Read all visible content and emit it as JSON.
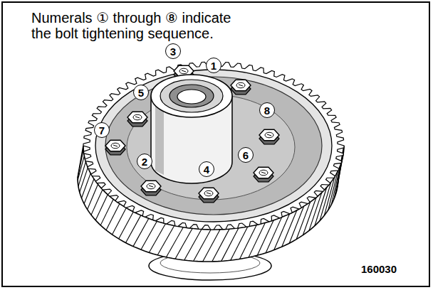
{
  "diagram": {
    "title": "Numerals ① through ⑧ indicate the bolt tightening sequence.",
    "labels": [
      "3",
      "1",
      "5",
      "8",
      "7",
      "6",
      "2",
      "4",
      "160030"
    ]
  }
}
